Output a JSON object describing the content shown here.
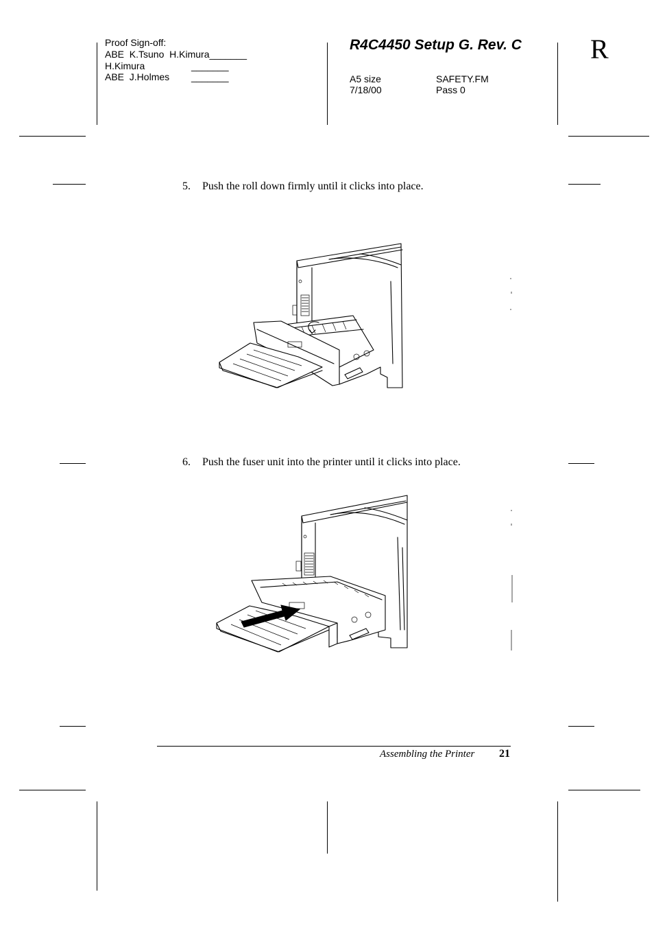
{
  "header": {
    "proof_signoff": "Proof Sign-off:",
    "row1": "ABE  K.Tsuno  H.Kimura_______",
    "row2_name": "H.Kimura",
    "row2_blank": "_______",
    "row3_name": "ABE  J.Holmes",
    "row3_blank": "_______",
    "doc_title": "R4C4450 Setup G. Rev. C",
    "size": "A5 size",
    "file": "SAFETY.FM",
    "date": "7/18/00",
    "pass": "Pass 0",
    "corner_mark": "R"
  },
  "steps": [
    {
      "number": "5.",
      "text": "Push the roll down firmly until it clicks into place."
    },
    {
      "number": "6.",
      "text": "Push the fuser unit into the printer until it clicks into place."
    }
  ],
  "footer": {
    "section": "Assembling the Printer",
    "page": "21"
  }
}
